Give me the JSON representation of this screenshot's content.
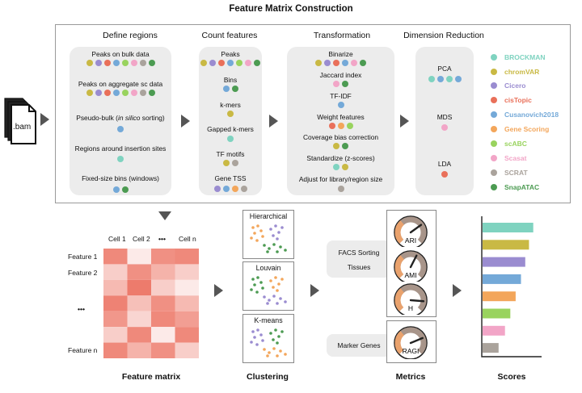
{
  "title": "Feature Matrix Construction",
  "colors": {
    "BROCKMAN": "#7fd3c0",
    "chromVAR": "#c9b944",
    "Cicero": "#9a8cd0",
    "cisTopic": "#e9705a",
    "Cusanovich2018": "#74a9d8",
    "Gene Scoring": "#f3a65b",
    "scABC": "#99d35e",
    "Scasat": "#f2a5c7",
    "SCRAT": "#aaa39c",
    "SnapATAC": "#4c9b52"
  },
  "input_file": ".bam",
  "columns": {
    "define": {
      "header": "Define regions",
      "items": [
        {
          "label": "Peaks on bulk data",
          "dots": [
            "chromVAR",
            "Cicero",
            "cisTopic",
            "Cusanovich2018",
            "scABC",
            "Scasat",
            "SCRAT",
            "SnapATAC"
          ]
        },
        {
          "label": "Peaks on aggregate sc data",
          "dots": [
            "chromVAR",
            "Cicero",
            "cisTopic",
            "Cusanovich2018",
            "scABC",
            "Scasat",
            "SCRAT",
            "SnapATAC"
          ]
        },
        {
          "label_pre": "Pseudo-bulk (",
          "label_it": "in silico",
          "label_post": " sorting)",
          "dots": [
            "Cusanovich2018"
          ]
        },
        {
          "label": "Regions around insertion sites",
          "dots": [
            "BROCKMAN"
          ]
        },
        {
          "label": "Fixed-size bins (windows)",
          "dots": [
            "Cusanovich2018",
            "SnapATAC"
          ]
        }
      ]
    },
    "count": {
      "header": "Count features",
      "items": [
        {
          "label": "Peaks",
          "dots": [
            "chromVAR",
            "Cicero",
            "cisTopic",
            "Cusanovich2018",
            "scABC",
            "Scasat",
            "SnapATAC"
          ]
        },
        {
          "label": "Bins",
          "dots": [
            "Cusanovich2018",
            "SnapATAC"
          ]
        },
        {
          "label": "k-mers",
          "dots": [
            "chromVAR"
          ]
        },
        {
          "label": "Gapped k-mers",
          "dots": [
            "BROCKMAN"
          ]
        },
        {
          "label": "TF motifs",
          "dots": [
            "chromVAR",
            "SCRAT"
          ]
        },
        {
          "label": "Gene TSS",
          "dots": [
            "Cicero",
            "Cusanovich2018",
            "Gene Scoring",
            "SCRAT"
          ]
        }
      ]
    },
    "transform": {
      "header": "Transformation",
      "items": [
        {
          "label": "Binarize",
          "dots": [
            "chromVAR",
            "Cicero",
            "cisTopic",
            "Cusanovich2018",
            "Scasat",
            "SnapATAC"
          ]
        },
        {
          "label": "Jaccard index",
          "dots": [
            "Scasat",
            "SnapATAC"
          ]
        },
        {
          "label": "TF-IDF",
          "dots": [
            "Cusanovich2018"
          ]
        },
        {
          "label": "Weight features",
          "dots": [
            "cisTopic",
            "Gene Scoring",
            "scABC"
          ]
        },
        {
          "label": "Coverage bias correction",
          "dots": [
            "chromVAR",
            "SnapATAC"
          ]
        },
        {
          "label": "Standardize (z-scores)",
          "dots": [
            "BROCKMAN",
            "chromVAR"
          ]
        },
        {
          "label": "Adjust for library/region size",
          "dots": [
            "SCRAT"
          ]
        }
      ]
    },
    "dimred": {
      "header": "Dimension Reduction",
      "items": [
        {
          "label": "PCA",
          "dots": [
            "BROCKMAN",
            "Cusanovich2018",
            "BROCKMAN",
            "Cusanovich2018"
          ]
        },
        {
          "label": "MDS",
          "dots": [
            "Scasat"
          ]
        },
        {
          "label": "LDA",
          "dots": [
            "cisTopic"
          ]
        }
      ]
    }
  },
  "legend": [
    "BROCKMAN",
    "chromVAR",
    "Cicero",
    "cisTopic",
    "Cusanovich2018",
    "Gene Scoring",
    "scABC",
    "Scasat",
    "SCRAT",
    "SnapATAC"
  ],
  "feature_matrix": {
    "col_labels": [
      "Cell 1",
      "Cell 2",
      "•••",
      "Cell n"
    ],
    "row_labels": [
      "Feature 1",
      "Feature 2",
      "•••",
      "Feature n"
    ],
    "intensities": [
      [
        0.85,
        0.15,
        0.8,
        0.85
      ],
      [
        0.35,
        0.8,
        0.55,
        0.35
      ],
      [
        0.5,
        0.95,
        0.35,
        0.15
      ],
      [
        0.9,
        0.45,
        0.8,
        0.5
      ],
      [
        0.75,
        0.3,
        0.85,
        0.7
      ],
      [
        0.35,
        0.85,
        0.15,
        0.85
      ],
      [
        0.85,
        0.55,
        0.8,
        0.35
      ]
    ],
    "caption": "Feature matrix"
  },
  "clustering": {
    "methods": [
      "Hierarchical",
      "Louvain",
      "K-means"
    ],
    "caption": "Clustering"
  },
  "metrics": {
    "facs_label": "FACS Sorting",
    "tissues_label": "Tissues",
    "marker_label": "Marker Genes",
    "gauges": [
      {
        "label": "ARI",
        "level": 0.7
      },
      {
        "label": "AMI",
        "level": 0.6
      },
      {
        "label": "H",
        "level": 0.85
      },
      {
        "label": "RAGI",
        "level": 0.75
      }
    ],
    "caption": "Metrics"
  },
  "scores": {
    "caption": "Scores",
    "values": [
      {
        "method": "BROCKMAN",
        "value": 0.95
      },
      {
        "method": "chromVAR",
        "value": 0.87
      },
      {
        "method": "Cicero",
        "value": 0.8
      },
      {
        "method": "Cusanovich2018",
        "value": 0.72
      },
      {
        "method": "Gene Scoring",
        "value": 0.62
      },
      {
        "method": "scABC",
        "value": 0.52
      },
      {
        "method": "Scasat",
        "value": 0.42
      },
      {
        "method": "SCRAT",
        "value": 0.3
      }
    ]
  }
}
